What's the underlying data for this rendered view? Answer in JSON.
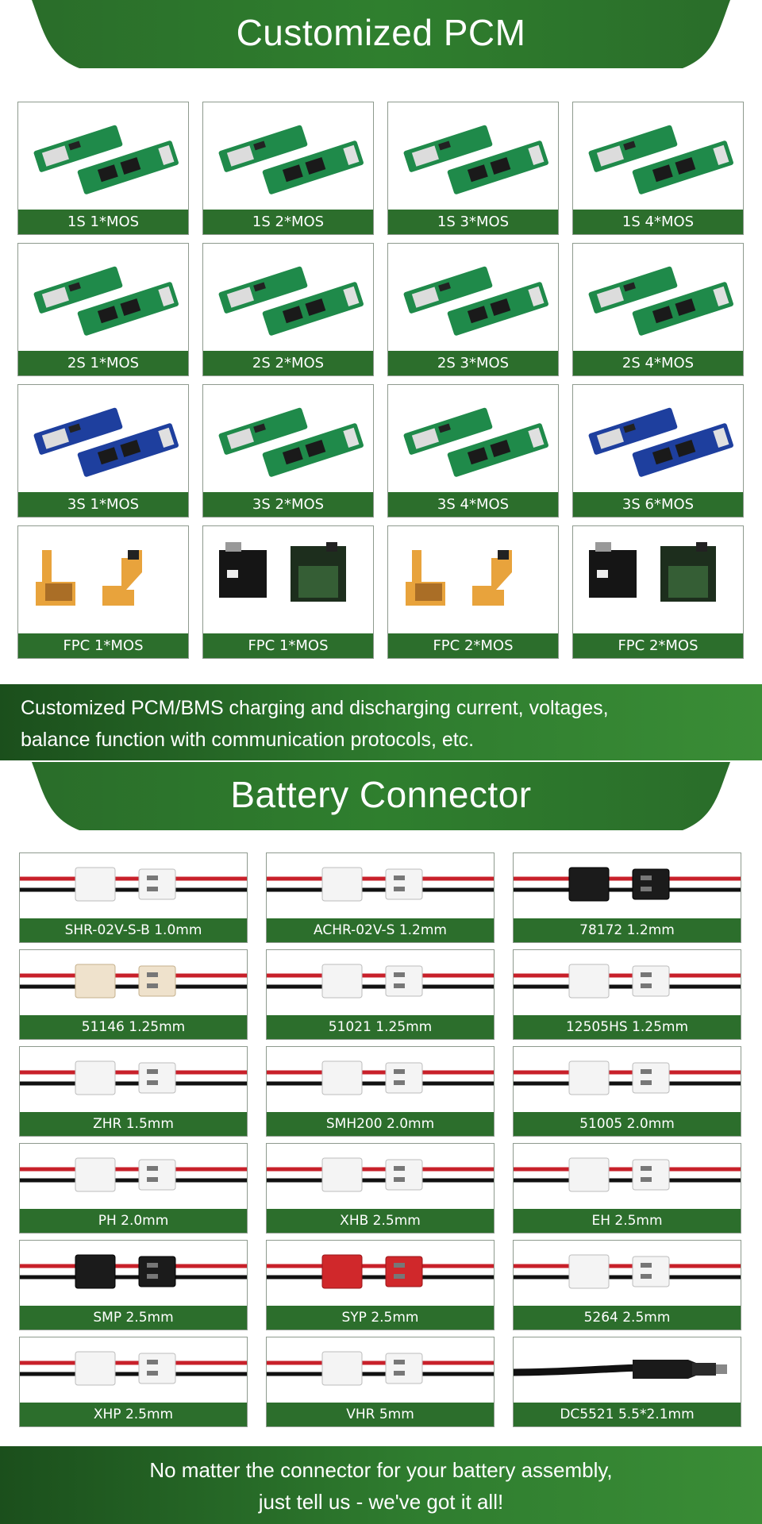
{
  "pcm_section": {
    "title": "Customized PCM",
    "items": [
      {
        "label": "1S  1*MOS",
        "board": "green"
      },
      {
        "label": "1S  2*MOS",
        "board": "green"
      },
      {
        "label": "1S  3*MOS",
        "board": "green"
      },
      {
        "label": "1S  4*MOS",
        "board": "green"
      },
      {
        "label": "2S  1*MOS",
        "board": "green"
      },
      {
        "label": "2S  2*MOS",
        "board": "green"
      },
      {
        "label": "2S  3*MOS",
        "board": "green"
      },
      {
        "label": "2S  4*MOS",
        "board": "green"
      },
      {
        "label": "3S  1*MOS",
        "board": "blue"
      },
      {
        "label": "3S  2*MOS",
        "board": "green"
      },
      {
        "label": "3S  4*MOS",
        "board": "green"
      },
      {
        "label": "3S  6*MOS",
        "board": "blue"
      },
      {
        "label": "FPC  1*MOS",
        "board": "fpc-orange"
      },
      {
        "label": "FPC  1*MOS",
        "board": "fpc-black"
      },
      {
        "label": "FPC  2*MOS",
        "board": "fpc-orange"
      },
      {
        "label": "FPC  2*MOS",
        "board": "fpc-black"
      }
    ],
    "banner_line1": "Customized PCM/BMS charging and discharging current, voltages,",
    "banner_line2": "balance function with communication protocols, etc."
  },
  "connector_section": {
    "title": "Battery Connector",
    "items": [
      {
        "label": "SHR-02V-S-B  1.0mm",
        "color": "white"
      },
      {
        "label": "ACHR-02V-S  1.2mm",
        "color": "white"
      },
      {
        "label": "78172    1.2mm",
        "color": "black"
      },
      {
        "label": "51146   1.25mm",
        "color": "beige"
      },
      {
        "label": "51021   1.25mm",
        "color": "white"
      },
      {
        "label": "12505HS   1.25mm",
        "color": "white"
      },
      {
        "label": "ZHR   1.5mm",
        "color": "white"
      },
      {
        "label": "SMH200   2.0mm",
        "color": "white"
      },
      {
        "label": "51005   2.0mm",
        "color": "white"
      },
      {
        "label": "PH  2.0mm",
        "color": "white"
      },
      {
        "label": "XHB  2.5mm",
        "color": "white"
      },
      {
        "label": "EH  2.5mm",
        "color": "white"
      },
      {
        "label": "SMP  2.5mm",
        "color": "black"
      },
      {
        "label": "SYP  2.5mm",
        "color": "red"
      },
      {
        "label": "5264   2.5mm",
        "color": "white"
      },
      {
        "label": "XHP  2.5mm",
        "color": "white"
      },
      {
        "label": "VHR   5mm",
        "color": "white"
      },
      {
        "label": "DC5521   5.5*2.1mm",
        "color": "dc-plug"
      }
    ],
    "banner_line1": "No matter the connector for your battery assembly,",
    "banner_line2": "just tell us - we've got it all!"
  },
  "colors": {
    "header_green": "#2f7a2e",
    "caption_green": "#2c6e2c",
    "pcb_green": "#1f8a4a",
    "pcb_blue": "#1e3f9e",
    "fpc_orange": "#e8a33c",
    "wire_red": "#c8202a",
    "wire_black": "#111111"
  }
}
